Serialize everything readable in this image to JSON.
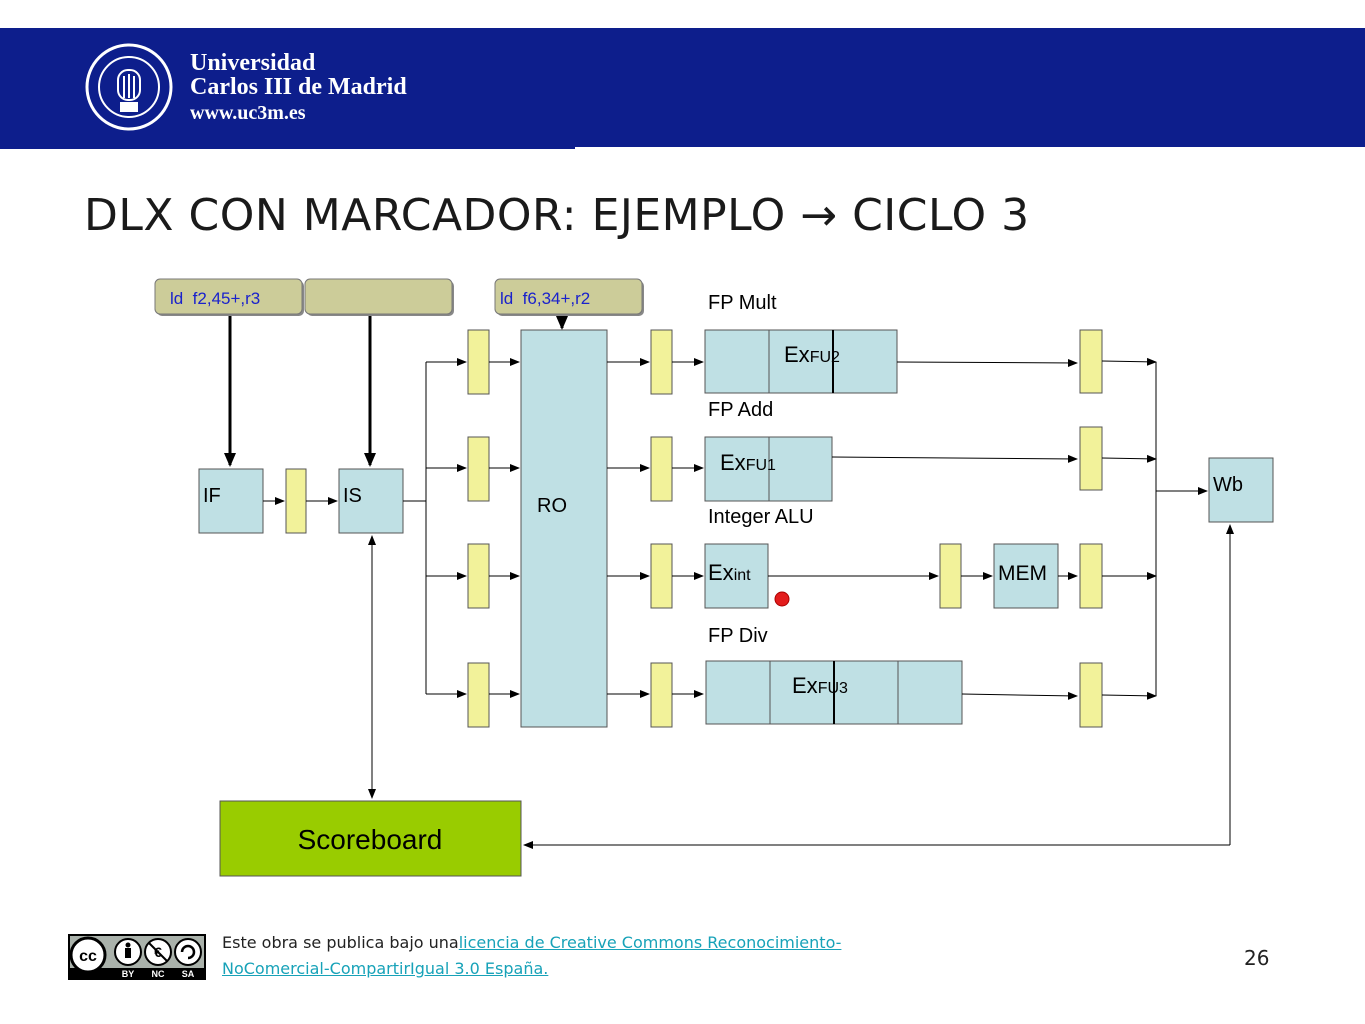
{
  "header": {
    "university_line1": "Universidad",
    "university_line2": "Carlos III de Madrid",
    "website": "www.uc3m.es",
    "brand_color": "#0d1e8c"
  },
  "slide": {
    "title": "DLX CON MARCADOR: EJEMPLO → CICLO 3",
    "page_number": "26"
  },
  "diagram": {
    "instructions": {
      "if_instr": "ld  f2,45+,r3",
      "is_instr": "",
      "ro_instr": "ld  f6,34+,r2"
    },
    "stages": {
      "if": "IF",
      "is": "IS",
      "ro": "RO",
      "wb": "Wb",
      "mem": "MEM",
      "scoreboard": "Scoreboard"
    },
    "units": {
      "fp_mult": "FP Mult",
      "fp_add": "FP Add",
      "integer_alu": "Integer ALU",
      "fp_div": "FP Div"
    },
    "ex_labels": {
      "ex": "Ex",
      "fu2": "FU2",
      "fu1": "FU1",
      "int": "int",
      "fu3": "FU3"
    },
    "colors": {
      "stage_fill": "#bfe0e4",
      "latch_fill": "#f2f29a",
      "instr_fill": "#cccc99",
      "instr_text": "#1a22cc",
      "scoreboard_fill": "#99cc00",
      "marker": "#e31c1c"
    }
  },
  "footer": {
    "license_prefix": "Este obra se publica bajo una",
    "license_link_line1": "licencia de Creative Commons Reconocimiento-",
    "license_link_line2": "NoComercial-CompartirIgual  3.0 España.",
    "cc_badges": [
      "BY",
      "NC",
      "SA"
    ]
  }
}
